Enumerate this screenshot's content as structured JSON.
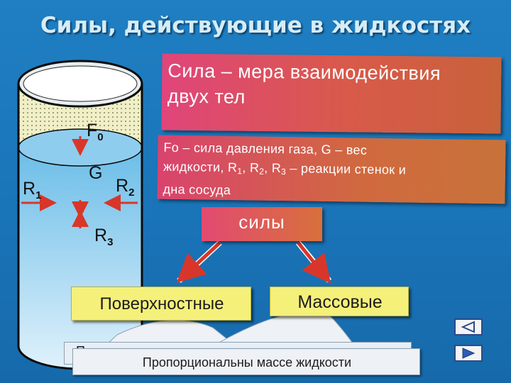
{
  "title": "Силы, действующие в жидкостях",
  "definition": {
    "line1": "Сила – мера взаимодействия",
    "line2": "двух тел"
  },
  "legend": {
    "line1": "Fо – сила давления газа, G – вес",
    "line2_a": "жидкости, R",
    "sub1": "1",
    "line2_b": ", R",
    "sub2": "2",
    "line2_c": ", R",
    "sub3": "3",
    "line2_d": " – реакции стенок и",
    "line3": "дна сосуда"
  },
  "forces_label": "силы",
  "categories": {
    "surface": "Поверхностные",
    "mass": "Массовые"
  },
  "mass_description": "Пропорциональны массе жидкости",
  "hidden_description_partial": "П",
  "vessel_labels": {
    "F": "F",
    "F_sub": "0",
    "G": "G",
    "R1": "R",
    "R1_sub": "1",
    "R2": "R",
    "R2_sub": "2",
    "R3": "R",
    "R3_sub": "3"
  },
  "nav": {
    "prev_icon": "triangle-left-icon",
    "next_icon": "triangle-right-icon"
  },
  "colors": {
    "background": "#1f7fc2",
    "pink_box": "#e0457a",
    "yellow_box": "#f4f07a",
    "arrow": "#d8362a",
    "liquid": "#5fb3e8"
  }
}
